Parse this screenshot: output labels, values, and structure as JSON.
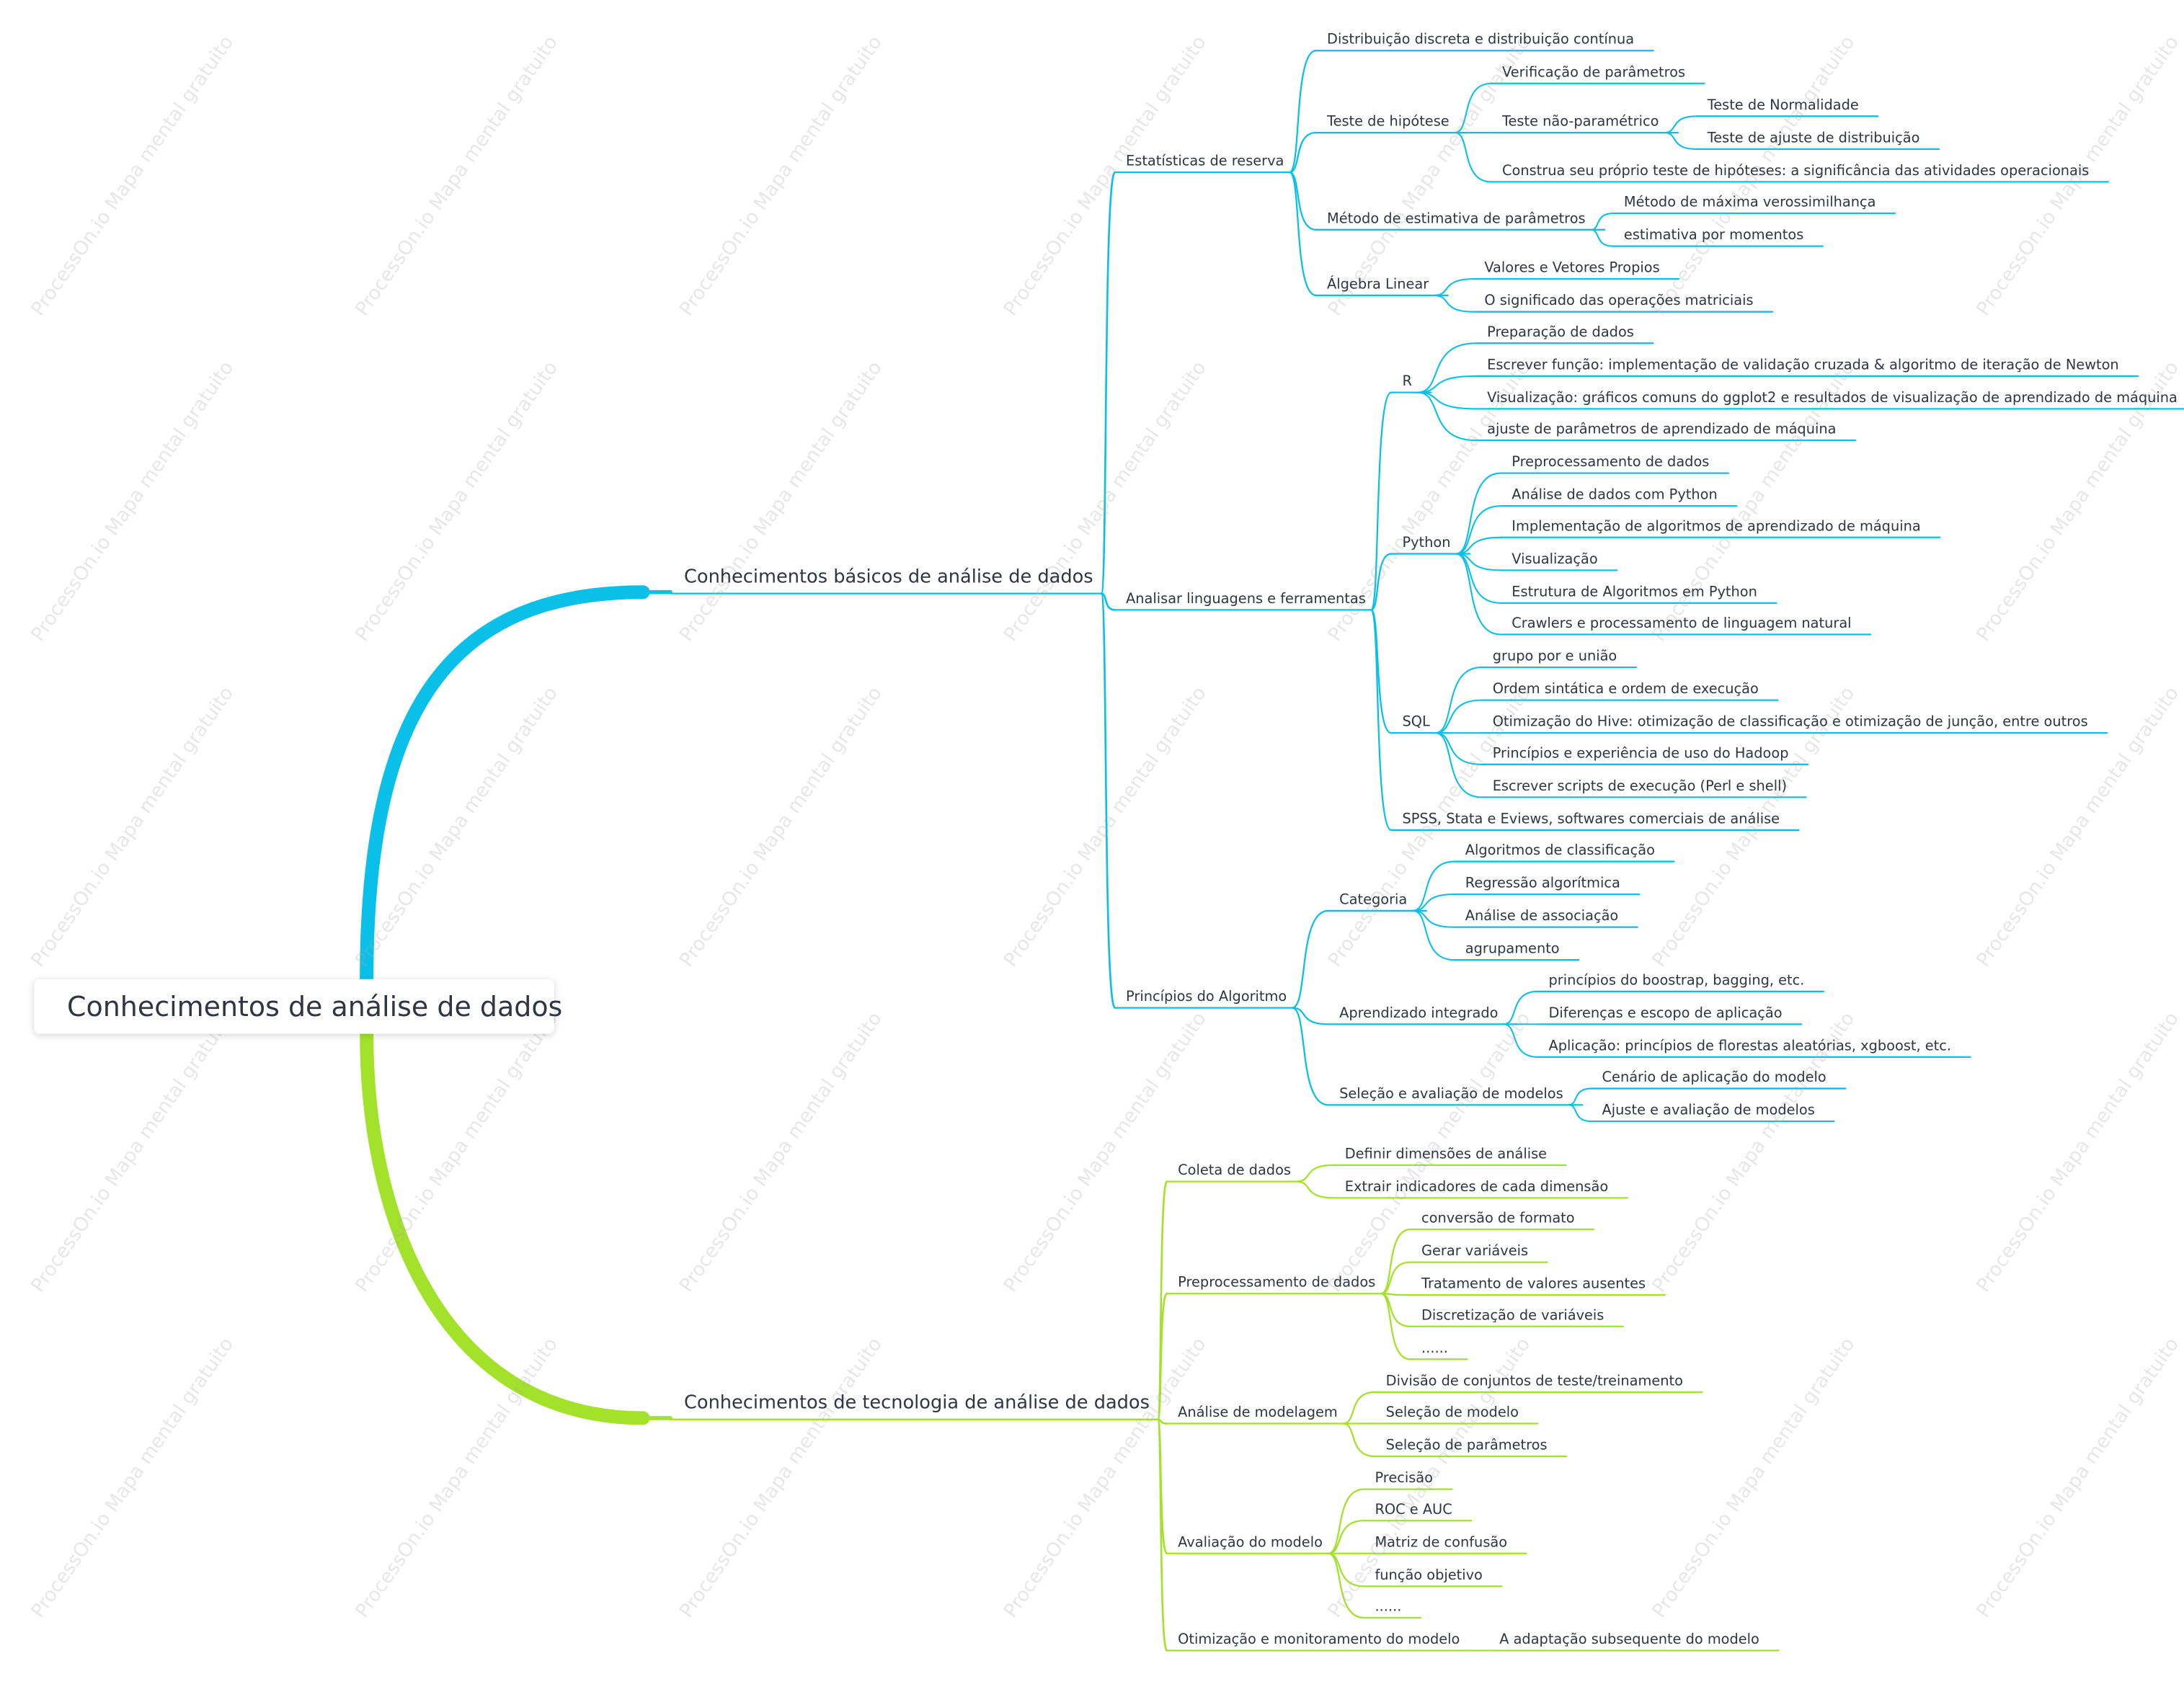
{
  "watermark": "ProcessOn.io Mapa mental gratuito",
  "colors": {
    "blue": "#0bc0e8",
    "green": "#a3e22a",
    "text": "#2f3542"
  },
  "root": {
    "label": "Conhecimentos de análise de dados",
    "children": [
      {
        "label": "Conhecimentos básicos de análise de dados",
        "color": "#0bc0e8",
        "children": [
          {
            "label": "Estatísticas de reserva",
            "children": [
              {
                "label": "Distribuição discreta e distribuição contínua"
              },
              {
                "label": "Teste de hipótese",
                "children": [
                  {
                    "label": "Verificação de parâmetros"
                  },
                  {
                    "label": "Teste não-paramétrico",
                    "children": [
                      {
                        "label": "Teste de Normalidade"
                      },
                      {
                        "label": "Teste de ajuste de distribuição"
                      }
                    ]
                  },
                  {
                    "label": "Construa seu próprio teste de hipóteses: a significância das atividades operacionais"
                  }
                ]
              },
              {
                "label": "Método de estimativa de parâmetros",
                "children": [
                  {
                    "label": "Método de máxima verossimilhança"
                  },
                  {
                    "label": "estimativa por momentos"
                  }
                ]
              },
              {
                "label": "Álgebra Linear",
                "children": [
                  {
                    "label": "Valores e Vetores Propios"
                  },
                  {
                    "label": "O significado das operações matriciais"
                  }
                ]
              }
            ]
          },
          {
            "label": "Analisar linguagens e ferramentas",
            "children": [
              {
                "label": "R",
                "children": [
                  {
                    "label": "Preparação de dados"
                  },
                  {
                    "label": "Escrever função: implementação de validação cruzada & algoritmo de iteração de Newton"
                  },
                  {
                    "label": "Visualização: gráficos comuns do ggplot2 e resultados de visualização de aprendizado de máquina"
                  },
                  {
                    "label": "ajuste de parâmetros de aprendizado de máquina"
                  }
                ]
              },
              {
                "label": "Python",
                "children": [
                  {
                    "label": "Preprocessamento de dados"
                  },
                  {
                    "label": "Análise de dados com Python"
                  },
                  {
                    "label": "Implementação de algoritmos de aprendizado de máquina"
                  },
                  {
                    "label": "Visualização"
                  },
                  {
                    "label": "Estrutura de Algoritmos em Python"
                  },
                  {
                    "label": "Crawlers e processamento de linguagem natural"
                  }
                ]
              },
              {
                "label": "SQL",
                "children": [
                  {
                    "label": "grupo por e união"
                  },
                  {
                    "label": "Ordem sintática e ordem de execução"
                  },
                  {
                    "label": "Otimização do Hive: otimização de classificação e otimização de junção, entre outros"
                  },
                  {
                    "label": "Princípios e experiência de uso do Hadoop"
                  },
                  {
                    "label": "Escrever scripts de execução (Perl e shell)"
                  }
                ]
              },
              {
                "label": "SPSS, Stata e Eviews, softwares comerciais de análise"
              }
            ]
          },
          {
            "label": "Princípios do Algoritmo",
            "children": [
              {
                "label": "Categoria",
                "children": [
                  {
                    "label": "Algoritmos de classificação"
                  },
                  {
                    "label": "Regressão algorítmica"
                  },
                  {
                    "label": "Análise de associação"
                  },
                  {
                    "label": "agrupamento"
                  }
                ]
              },
              {
                "label": "Aprendizado integrado",
                "children": [
                  {
                    "label": "princípios do boostrap, bagging, etc."
                  },
                  {
                    "label": "Diferenças e escopo de aplicação"
                  },
                  {
                    "label": "Aplicação: princípios de florestas aleatórias, xgboost, etc."
                  }
                ]
              },
              {
                "label": "Seleção e avaliação de modelos",
                "children": [
                  {
                    "label": "Cenário de aplicação do modelo"
                  },
                  {
                    "label": "Ajuste e avaliação de modelos"
                  }
                ]
              }
            ]
          }
        ]
      },
      {
        "label": "Conhecimentos de tecnologia de análise de dados",
        "color": "#a3e22a",
        "children": [
          {
            "label": "Coleta de dados",
            "children": [
              {
                "label": "Definir dimensões de análise"
              },
              {
                "label": "Extrair indicadores de cada dimensão"
              }
            ]
          },
          {
            "label": "Preprocessamento de dados",
            "children": [
              {
                "label": "conversão de formato"
              },
              {
                "label": "Gerar variáveis"
              },
              {
                "label": "Tratamento de valores ausentes"
              },
              {
                "label": "Discretização de variáveis"
              },
              {
                "label": "......"
              }
            ]
          },
          {
            "label": "Análise de modelagem",
            "children": [
              {
                "label": "Divisão de conjuntos de teste/treinamento"
              },
              {
                "label": "Seleção de modelo"
              },
              {
                "label": "Seleção de parâmetros"
              }
            ]
          },
          {
            "label": "Avaliação do modelo",
            "children": [
              {
                "label": "Precisão"
              },
              {
                "label": "ROC e AUC"
              },
              {
                "label": "Matriz de confusão"
              },
              {
                "label": "função objetivo"
              },
              {
                "label": "......"
              }
            ]
          },
          {
            "label": "Otimização e monitoramento do modelo",
            "children": [
              {
                "label": "A adaptação subsequente do modelo"
              }
            ]
          }
        ]
      }
    ]
  }
}
